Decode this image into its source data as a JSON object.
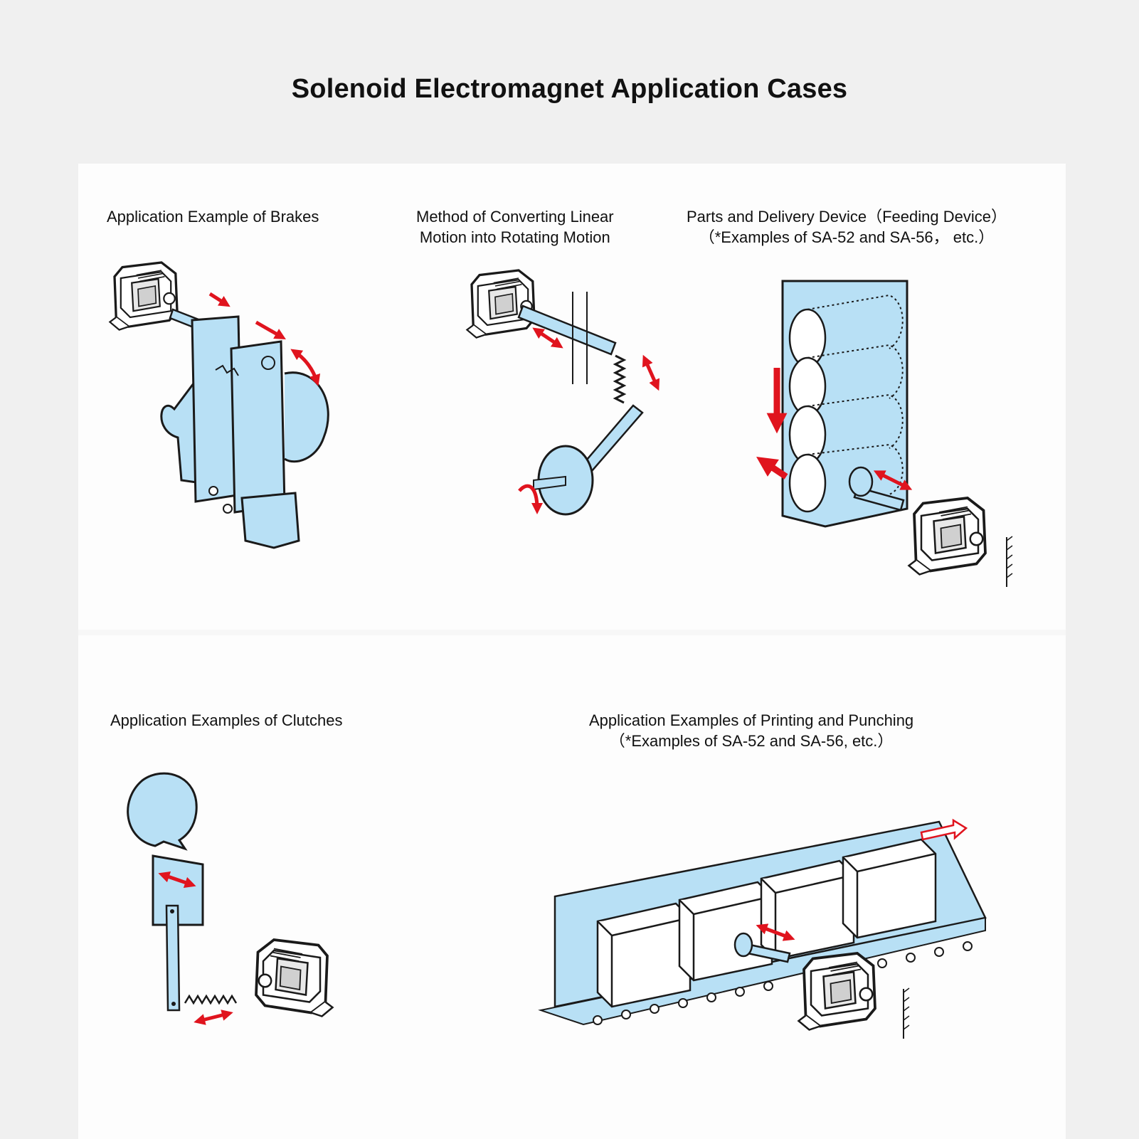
{
  "title": "Solenoid Electromagnet Application Cases",
  "panels": [
    {
      "id": "brakes",
      "caption": [
        "Application Example of Brakes"
      ]
    },
    {
      "id": "linear-rotary",
      "caption": [
        "Method of Converting Linear",
        "Motion into Rotating Motion"
      ]
    },
    {
      "id": "feeding",
      "caption": [
        "Parts and Delivery Device（Feeding Device）",
        "（*Examples of SA-52 and SA-56， etc.）"
      ]
    },
    {
      "id": "clutches",
      "caption": [
        "Application Examples of Clutches"
      ]
    },
    {
      "id": "printing",
      "caption": [
        "Application Examples of Printing and Punching",
        "（*Examples of SA-52 and SA-56, etc.）"
      ]
    }
  ],
  "colors": {
    "part_fill": "#b8e0f5",
    "arrow": "#e0141e",
    "outline": "#1a1a1a",
    "background": "#f0f0f0",
    "sheet": "#fdfdfd"
  },
  "icons": [
    "solenoid-icon",
    "double-arrow-icon",
    "spring-icon"
  ]
}
